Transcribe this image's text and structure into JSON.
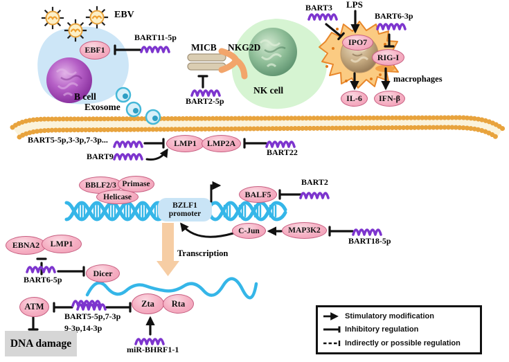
{
  "colors": {
    "node_pink_fill": "#F5AEC2",
    "node_pink_border": "#C75E80",
    "mirna_purple": "#7D35CE",
    "membrane_gold": "#E8A33D",
    "dna_helix_cyan": "#35B6E8",
    "transcription_arrow_peach": "#F6CDA4",
    "b_cell_fill": "#CDE6F7",
    "nk_cell_fill": "#D6F4D2",
    "macrophage_fill": "#FBCB82",
    "dna_damage_gray": "#D6D6D6"
  },
  "top_left": {
    "ebv": "EBV",
    "bart11_5p": "BART11-5p",
    "ebf1": "EBF1",
    "b_cell": "B cell",
    "exosome": "Exosome"
  },
  "nk_section": {
    "micb": "MICB",
    "nkg2d": "NKG2D",
    "nk_cell": "NK cell",
    "bart2_5p": "BART2-5p"
  },
  "macrophage_section": {
    "bart3": "BART3",
    "lps": "LPS",
    "bart6_3p": "BART6-3p",
    "ipo7": "IPO7",
    "rig_i": "RIG-I",
    "macrophages": "macrophages",
    "il_6": "IL-6",
    "ifn_b": "IFN-β"
  },
  "membrane_section": {
    "bart5_group": "BART5-5p,3-3p,7-3p...",
    "bart9": "BART9",
    "lmp1": "LMP1",
    "lmp2a": "LMP2A",
    "bart22": "BART22"
  },
  "promoter_section": {
    "bblf2_3": "BBLF2/3",
    "primase": "Primase",
    "helicase": "Helicase",
    "bzlf1": "BZLF1",
    "promoter": "promoter",
    "balf5": "BALF5",
    "bart2": "BART2",
    "c_jun": "C-Jun",
    "map3k2": "MAP3K2",
    "bart18_5p": "BART18-5p",
    "transcription": "Transcription"
  },
  "bottom_section": {
    "ebna2": "EBNA2",
    "lmp1": "LMP1",
    "bart6_5p": "BART6-5p",
    "dicer": "Dicer",
    "atm": "ATM",
    "bart5_line1": "BART5-5p,7-3p",
    "bart5_line2": "9-3p,14-3p",
    "zta": "Zta",
    "rta": "Rta",
    "mir_bhrf1_1": "miR-BHRF1-1",
    "dna_damage": "DNA damage"
  },
  "legend": {
    "stimulatory": "Stimulatory modification",
    "inhibitory": "Inhibitory regulation",
    "indirect": "Indirectly or possible regulation"
  }
}
